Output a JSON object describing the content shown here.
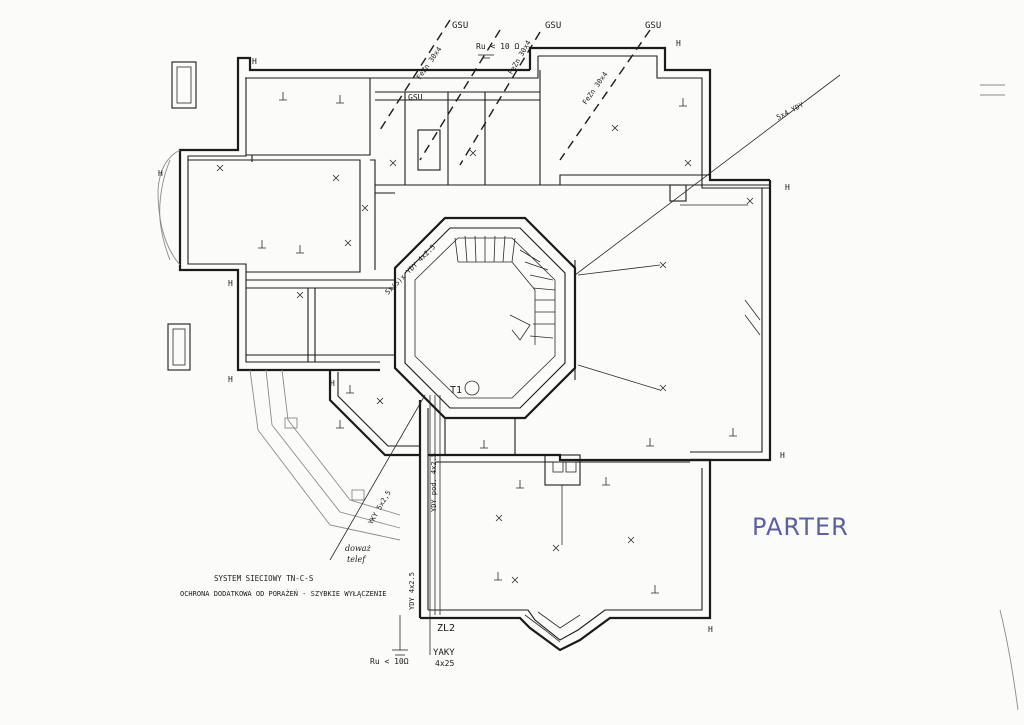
{
  "sheet_label": "PARTER",
  "labels": {
    "gsu_1": "GSU",
    "gsu_2": "GSU",
    "gsu_3": "GSU",
    "gsu_inner": "GSU",
    "ru_top": "Ru < 10 Ω",
    "ru_bottom": "Ru < 10Ω",
    "t1": "T1",
    "zl2": "ZL2",
    "cable_yaky_1": "YAKY",
    "cable_yaky_2": "4x25",
    "phone_1": "doważ",
    "phone_2": "telef",
    "cable_diag": "5x4 YDY",
    "cable_a": "FeZn 30x4",
    "cable_b": "FeZn 30x4",
    "cable_c": "FeZn 30x4",
    "cable_d": "5x(5)x YDY 4x2.5",
    "cable_e": "YKY 5x2,5",
    "cable_f": "YDY 4x2.5",
    "cable_g": "YDY pod. 4x2.5"
  },
  "notes": {
    "line_1": "SYSTEM SIECIOWY   TN-C-S",
    "line_2": "OCHRONA DODATKOWA OD PORAŻEŃ - SZYBKIE WYŁĄCZENIE"
  },
  "markers": {
    "h": "H"
  }
}
